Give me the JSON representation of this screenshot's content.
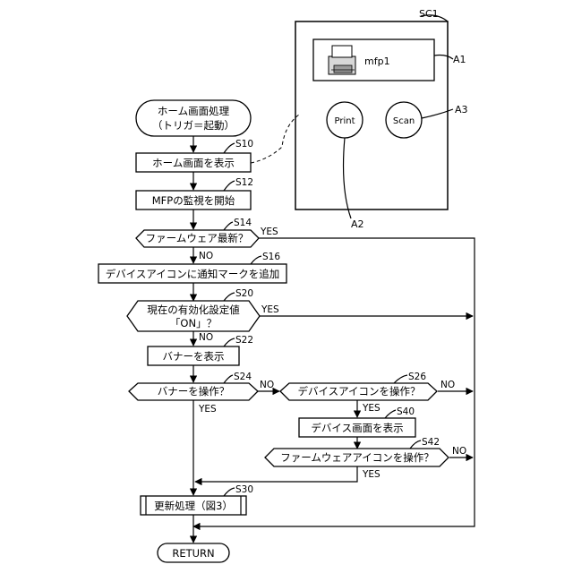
{
  "flowchart": {
    "start": {
      "line1": "ホーム画面処理",
      "line2": "（トリガ＝起動）"
    },
    "steps": {
      "s10": {
        "label": "S10",
        "text": "ホーム画面を表示"
      },
      "s12": {
        "label": "S12",
        "text": "MFPの監視を開始"
      },
      "s14": {
        "label": "S14",
        "text": "ファームウェア最新？"
      },
      "s16": {
        "label": "S16",
        "text": "デバイスアイコンに通知マークを追加"
      },
      "s20": {
        "label": "S20",
        "line1": "現在の有効化設定値",
        "line2": "「ON」？"
      },
      "s22": {
        "label": "S22",
        "text": "バナーを表示"
      },
      "s24": {
        "label": "S24",
        "text": "バナーを操作？"
      },
      "s26": {
        "label": "S26",
        "text": "デバイスアイコンを操作？"
      },
      "s40": {
        "label": "S40",
        "text": "デバイス画面を表示"
      },
      "s42": {
        "label": "S42",
        "text": "ファームウェアアイコンを操作？"
      },
      "s30": {
        "label": "S30",
        "text": "更新処理（図3）"
      }
    },
    "end": "RETURN",
    "branch": {
      "yes": "YES",
      "no": "NO"
    }
  },
  "screen": {
    "label": "SC1",
    "device_name": "mfp1",
    "device_label": "A1",
    "print_button": "Print",
    "print_label": "A2",
    "scan_button": "Scan",
    "scan_label": "A3"
  }
}
